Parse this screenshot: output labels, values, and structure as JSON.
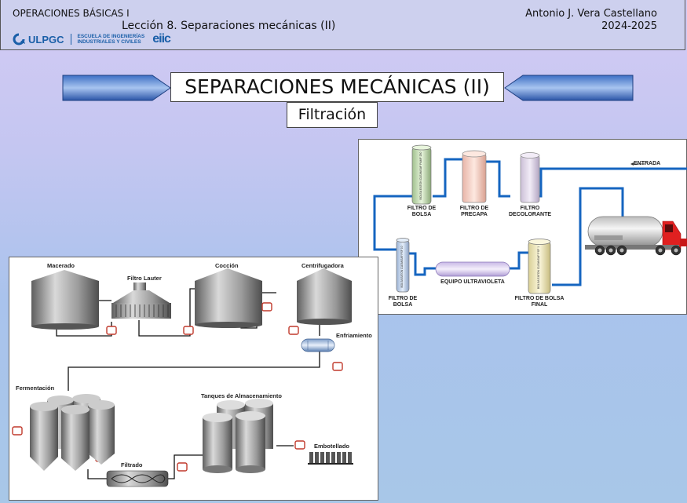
{
  "header": {
    "course": "OPERACIONES BÁSICAS I",
    "lesson": "Lección 8. Separaciones mecánicas (II)",
    "author": "Antonio J. Vera Castellano",
    "year": "2024-2025",
    "logo_ulpgc": "ULPGC",
    "school_line1": "ESCUELA DE INGENIERÍAS",
    "school_line2": "INDUSTRIALES Y CIVILES",
    "logo_eiic": "eiic"
  },
  "title": "SEPARACIONES MECÁNICAS (II)",
  "subtitle": "Filtración",
  "filter_diagram": {
    "entrada": "ENTRADA",
    "filtro_bolsa_1": "FILTRO DE BOLSA",
    "filtro_precapa": "FILTRO DE PRECAPA",
    "filtro_decolorante": "FILTRO DECOLORANTE",
    "filtro_bolsa_2": "FILTRO DE BOLSA",
    "equipo_uv": "EQUIPO ULTRAVIOLETA",
    "filtro_bolsa_final": "FILTRO DE BOLSA FINAL"
  },
  "brewery_diagram": {
    "macerado": "Macerado",
    "filtro_lauter": "Filtro Lauter",
    "coccion": "Cocción",
    "centrifugadora": "Centrifugadora",
    "enfriamiento": "Enfriamiento",
    "fermentacion": "Fermentación",
    "tanques": "Tanques de Almacenamiento",
    "filtrado": "Filtrado",
    "embotellado": "Embotellado"
  },
  "colors": {
    "pipe_blue": "#1565c0",
    "truck_red": "#e02020",
    "pump_red": "#c0392b",
    "header_bg": "#cdd0ee"
  }
}
